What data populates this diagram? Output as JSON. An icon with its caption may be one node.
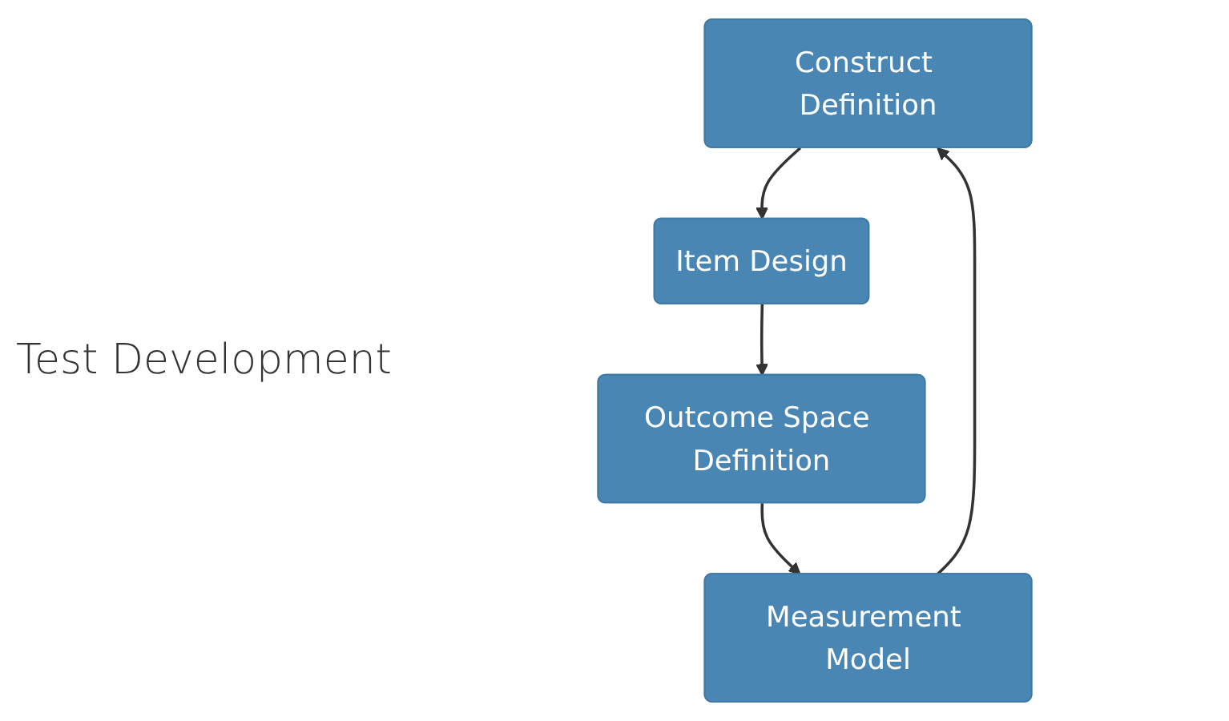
{
  "diagram": {
    "nodes": [
      {
        "text": [
          "Construct Definition"
        ]
      },
      {
        "text": [
          "Item Design"
        ]
      },
      {
        "text": [
          "Outcome Space Definition"
        ]
      },
      {
        "text": [
          "Measurement Model"
        ]
      }
    ],
    "edges": [
      {
        "from": 0,
        "to": 1,
        "arrow": "to"
      },
      {
        "from": 1,
        "to": 2,
        "arrow": "to"
      },
      {
        "from": 2,
        "to": 3,
        "arrow": "to"
      },
      {
        "from": 3,
        "to": 0,
        "arrow": "to"
      }
    ],
    "labels": [
      "Test Development"
    ]
  }
}
